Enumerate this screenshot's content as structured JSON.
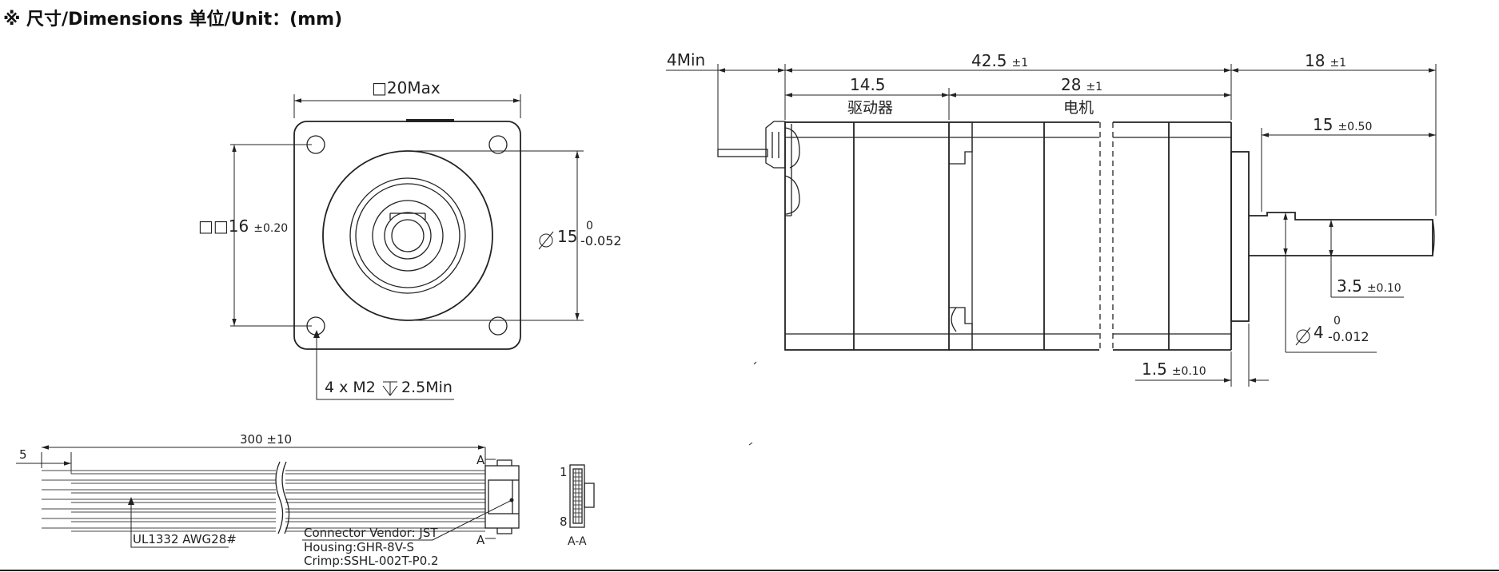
{
  "header": {
    "title": "※ 尺寸/Dimensions  单位/Unit：(mm)"
  },
  "front_view": {
    "square_max": "□20Max",
    "square_pitch": "□16",
    "square_pitch_tol": "±0.20",
    "pilot_dia": "15",
    "pilot_tol_upper": "0",
    "pilot_tol_lower": "-0.052",
    "holes": "4 x  M2",
    "hole_depth": "2.5Min"
  },
  "side_view": {
    "connector_min": "4Min",
    "total_length": "42.5",
    "total_length_tol": "±1",
    "shaft_length": "18",
    "shaft_length_tol": "±1",
    "driver_length": "14.5",
    "driver_label": "驱动器",
    "motor_length": "28",
    "motor_length_tol": "±1",
    "motor_label": "电机",
    "flat_length": "15",
    "flat_length_tol": "±0.50",
    "flat_depth": "3.5",
    "flat_depth_tol": "±0.10",
    "shaft_dia": "4",
    "shaft_tol_upper": "0",
    "shaft_tol_lower": "-0.012",
    "pilot_height": "1.5",
    "pilot_height_tol": "±0.10"
  },
  "cable": {
    "strip_length": "5",
    "cable_length": "300 ±10",
    "section_mark": "A",
    "wire_spec": "UL1332 AWG28#",
    "connector_vendor": "Connector Vendor: JST",
    "housing": "Housing:GHR-8V-S",
    "crimp": "Crimp:SSHL-002T-P0.2",
    "pin_first": "1",
    "pin_last": "8",
    "section_label": "A-A"
  }
}
